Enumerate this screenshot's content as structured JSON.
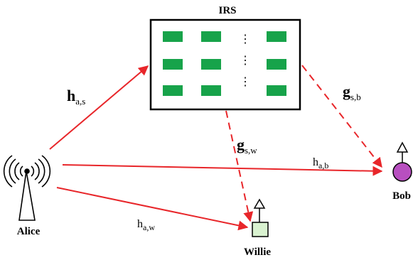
{
  "irs": {
    "title": "IRS",
    "element_rows": 3,
    "element_cols": 4,
    "element_color": "#17a34a",
    "dots": "⋮"
  },
  "nodes": {
    "alice": {
      "label": "Alice"
    },
    "willie": {
      "label": "Willie",
      "fill": "#d9f2d0"
    },
    "bob": {
      "label": "Bob",
      "fill": "#b84fc0"
    }
  },
  "links": {
    "h_as": {
      "main": "h",
      "sub": "a,s"
    },
    "g_sb": {
      "main": "g",
      "sub": "s,b"
    },
    "g_sw": {
      "main": "g",
      "sub": "s,w"
    },
    "h_ab": {
      "main": "h",
      "sub": "a,b"
    },
    "h_aw": {
      "main": "h",
      "sub": "a,w"
    }
  },
  "colors": {
    "link": "#e8262a",
    "stroke": "#000000"
  }
}
